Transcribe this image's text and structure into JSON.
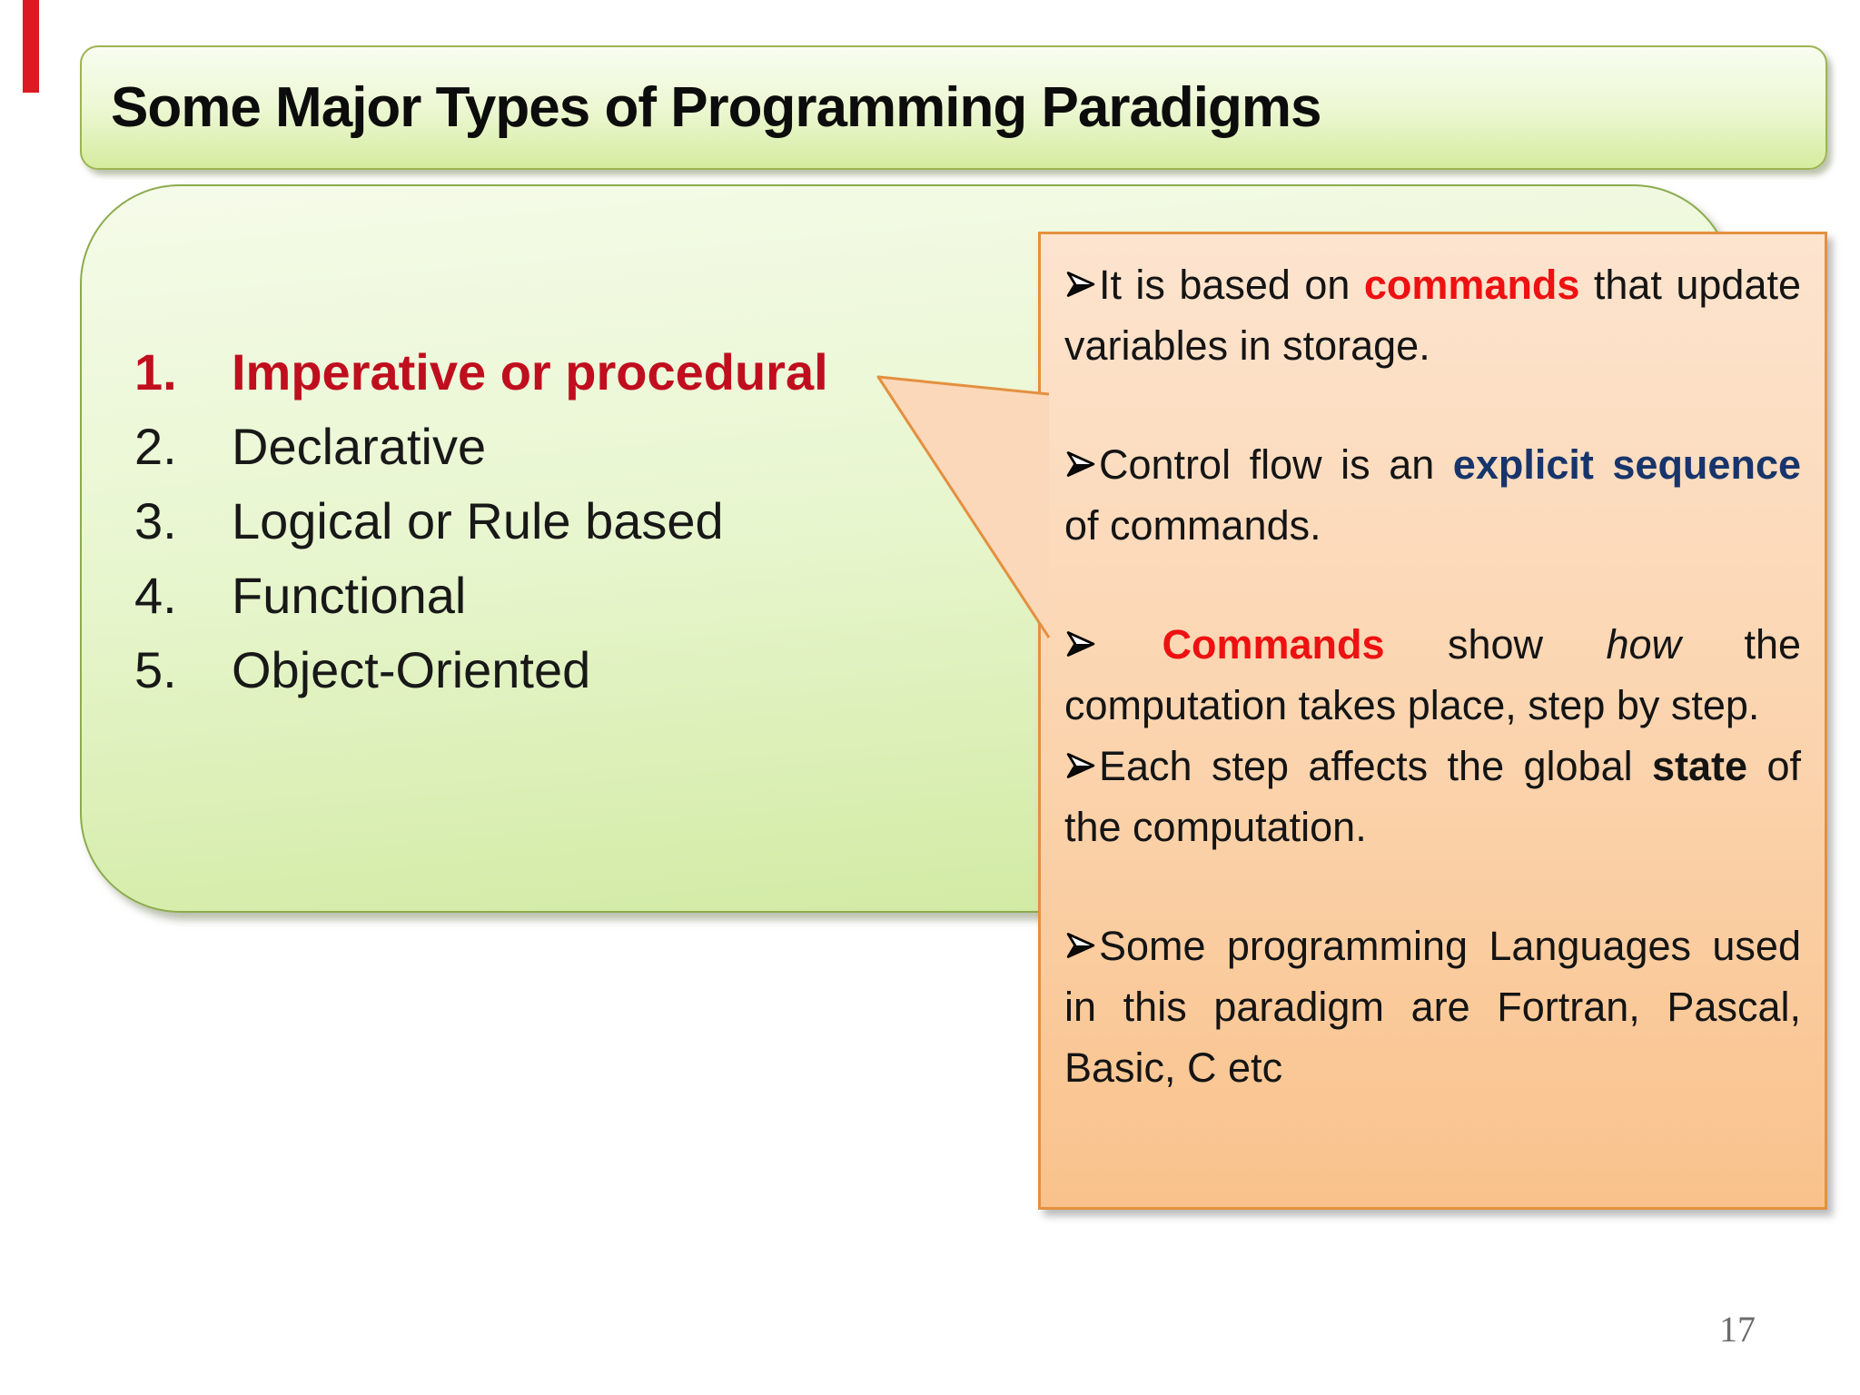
{
  "slide": {
    "title": "Some Major Types of Programming Paradigms",
    "page_number": "17"
  },
  "paradigm_list": {
    "items": [
      {
        "number": "1.",
        "label": "Imperative or procedural",
        "emphasized": true
      },
      {
        "number": "2.",
        "label": "Declarative",
        "emphasized": false
      },
      {
        "number": "3.",
        "label": "Logical or Rule based",
        "emphasized": false
      },
      {
        "number": "4.",
        "label": "Functional",
        "emphasized": false
      },
      {
        "number": "5.",
        "label": "Object-Oriented",
        "emphasized": false
      }
    ]
  },
  "callout": {
    "paragraphs": [
      {
        "gap_after": true,
        "segments": [
          {
            "type": "bullet",
            "text": "➢"
          },
          {
            "type": "text",
            "text": "It is based on "
          },
          {
            "type": "red-bold",
            "text": "commands"
          },
          {
            "type": "text",
            "text": " that update variables in storage."
          }
        ]
      },
      {
        "gap_after": true,
        "segments": [
          {
            "type": "bullet",
            "text": "➢"
          },
          {
            "type": "text",
            "text": "Control flow is an "
          },
          {
            "type": "navy-bold",
            "text": "explicit sequence"
          },
          {
            "type": "text",
            "text": " of commands."
          }
        ]
      },
      {
        "gap_after": false,
        "segments": [
          {
            "type": "bullet",
            "text": "➢"
          },
          {
            "type": "text",
            "text": " "
          },
          {
            "type": "red-bold",
            "text": "Commands"
          },
          {
            "type": "text",
            "text": " show "
          },
          {
            "type": "italic",
            "text": "how"
          },
          {
            "type": "text",
            "text": " the computation takes place, step by step."
          }
        ]
      },
      {
        "gap_after": true,
        "segments": [
          {
            "type": "bullet",
            "text": "➢"
          },
          {
            "type": "text",
            "text": "Each step affects the global "
          },
          {
            "type": "bold",
            "text": "state"
          },
          {
            "type": "text",
            "text": " of the computation."
          }
        ]
      },
      {
        "gap_after": false,
        "segments": [
          {
            "type": "bullet",
            "text": "➢"
          },
          {
            "type": "text",
            "text": "Some programming Languages used in this paradigm are Fortran, Pascal, Basic, C etc"
          }
        ]
      }
    ]
  },
  "colors": {
    "red_mark": "#dd1a21",
    "list_emphasis_red": "#c00e1e",
    "callout_red": "#ee1111",
    "callout_navy": "#17356b",
    "green_border": "#8cab4e",
    "title_border": "#9cb452",
    "orange_border": "#e4903f",
    "orange_fill_top": "#fde4cf",
    "orange_fill_bottom": "#f9c28c",
    "green_fill_top": "#f5fbe9",
    "green_fill_bottom": "#cfe99e"
  }
}
